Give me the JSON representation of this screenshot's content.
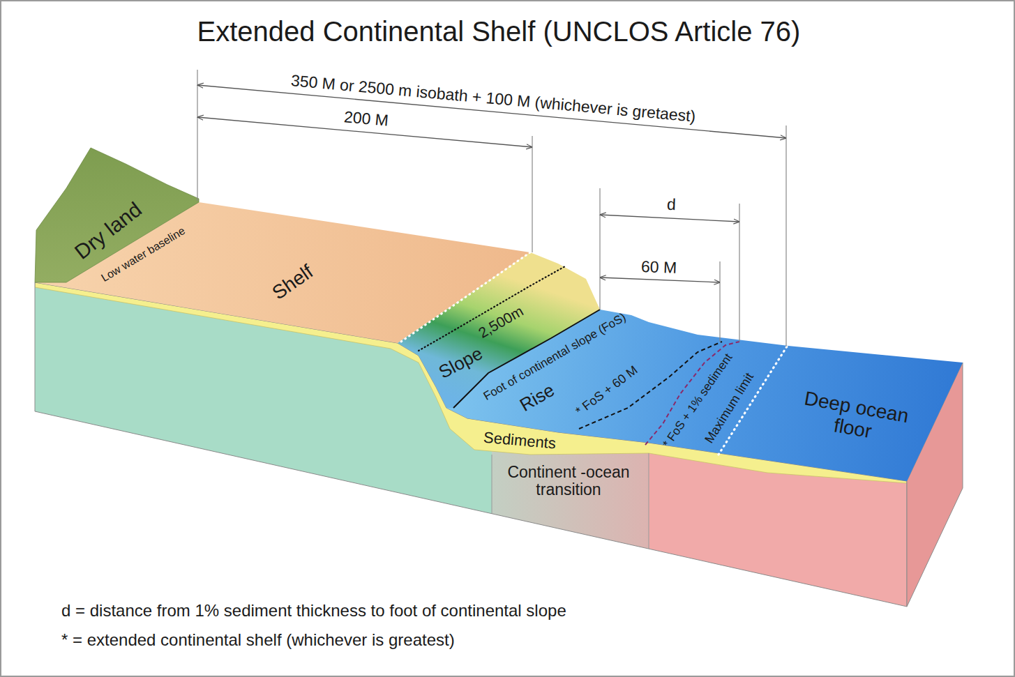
{
  "diagram": {
    "title": "Extended Continental Shelf (UNCLOS Article 76)",
    "nodes": [
      {
        "text": [
          "Dry land"
        ]
      },
      {
        "text": [
          "Shelf"
        ]
      },
      {
        "text": [
          "Slope"
        ]
      },
      {
        "text": [
          "Rise"
        ]
      },
      {
        "text": [
          "Deep ocean floor"
        ]
      },
      {
        "text": [
          "Sediments"
        ]
      },
      {
        "text": [
          "Continent -ocean transition"
        ]
      }
    ],
    "labels": [
      "350 M or 2500 m isobath + 100 M (whichever is gretaest)",
      "200 M",
      "d",
      "60 M",
      "Low water baseline",
      "2,500m",
      "Foot of continental slope (FoS)",
      "* FoS + 60 M",
      "* FoS + 1% sediment",
      "Maximum limit",
      "d = distance from 1% sediment thickness to foot of continental slope",
      "* = extended continental shelf (whichever is greatest)"
    ]
  }
}
